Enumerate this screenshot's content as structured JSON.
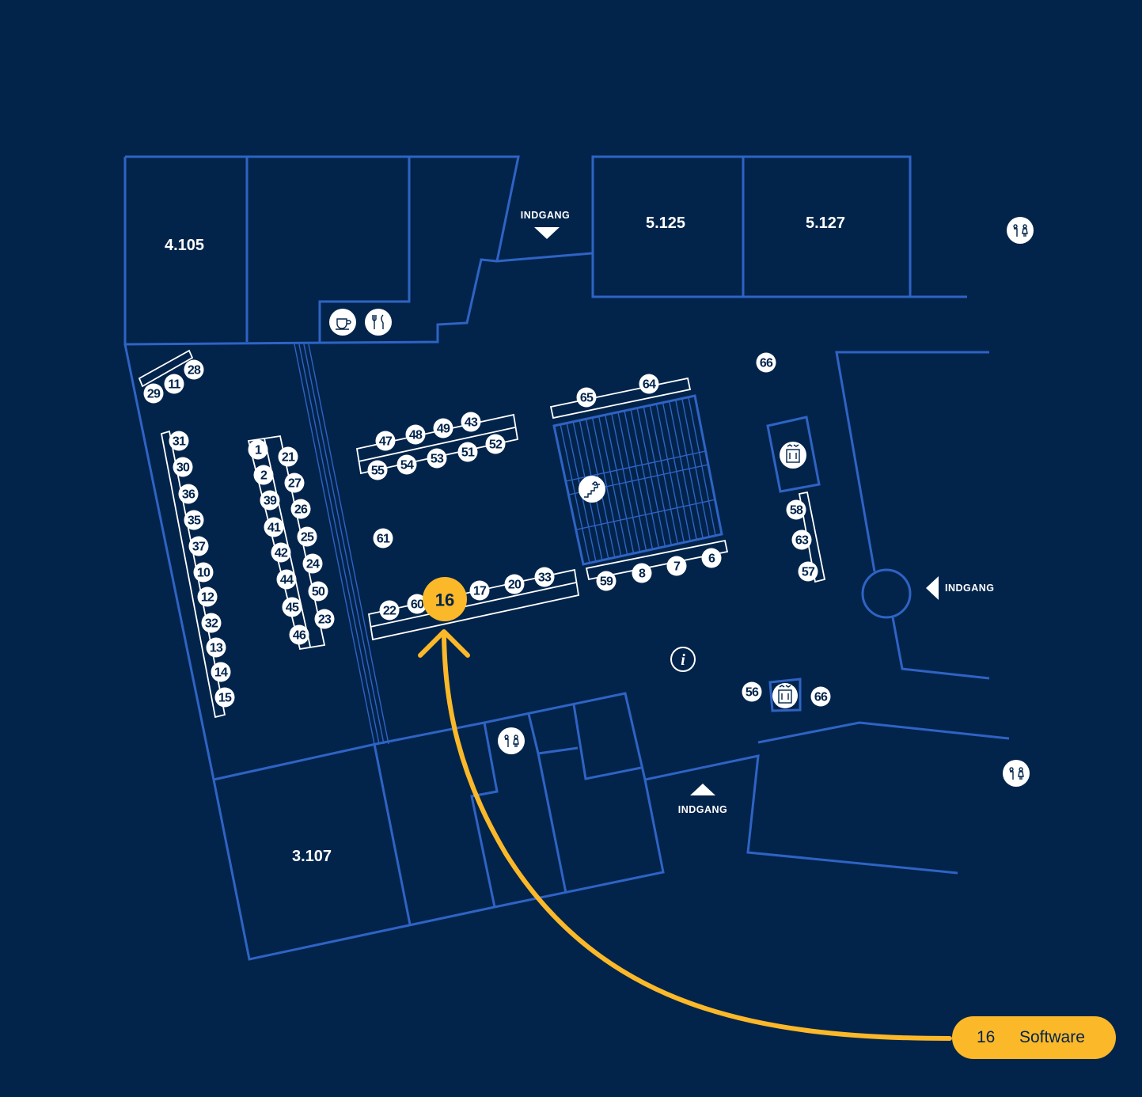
{
  "rooms": [
    "4.105",
    "5.125",
    "5.127",
    "3.107"
  ],
  "entrances": [
    "INDGANG",
    "INDGANG",
    "INDGANG"
  ],
  "booths": {
    "row_left": [
      "31",
      "30",
      "36",
      "35",
      "37",
      "10",
      "12",
      "32",
      "13",
      "14",
      "15"
    ],
    "row_corner": [
      "29",
      "11",
      "28"
    ],
    "row_mid_left": [
      "1",
      "2",
      "39",
      "41",
      "42",
      "44",
      "45",
      "46"
    ],
    "row_mid_right": [
      "21",
      "27",
      "26",
      "25",
      "24",
      "50",
      "23"
    ],
    "row_top_upper": [
      "47",
      "48",
      "49",
      "43"
    ],
    "row_top_lower": [
      "55",
      "54",
      "53",
      "51",
      "52"
    ],
    "single_61": "61",
    "row_bottom": [
      "22",
      "60",
      "17",
      "20",
      "33"
    ],
    "row_stair_top": [
      "65",
      "64"
    ],
    "row_stair_bottom": [
      "59",
      "8",
      "7",
      "6"
    ],
    "row_right": [
      "58",
      "63",
      "57"
    ],
    "single_66_top": "66",
    "single_56": "56",
    "single_66_bottom": "66"
  },
  "highlight": {
    "number": "16",
    "category": "Software",
    "color": "#fbb829"
  },
  "icons": [
    "coffee-icon",
    "restaurant-icon",
    "toilet-icon",
    "elevator-icon",
    "stairs-icon",
    "info-icon"
  ],
  "colors": {
    "background": "#02244b",
    "walls": "#2f63c4",
    "booth": "#ffffff",
    "accent": "#fbb829"
  }
}
